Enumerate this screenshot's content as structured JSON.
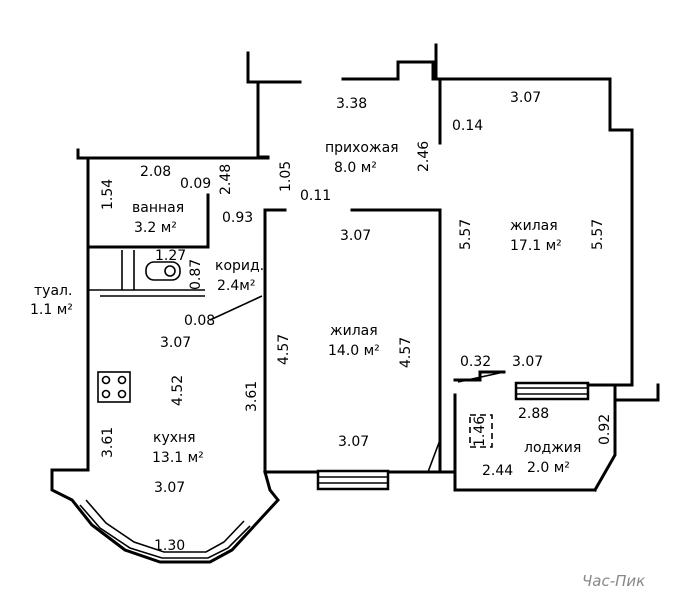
{
  "rooms": {
    "prihozhaya": {
      "name": "прихожая",
      "area": "8.0 м²"
    },
    "zhilaya_big": {
      "name": "жилая",
      "area": "17.1 м²"
    },
    "vannaya": {
      "name": "ванная",
      "area": "3.2 м²"
    },
    "koridor": {
      "name": "корид.",
      "area": "2.4м²"
    },
    "tualet": {
      "name": "туал.",
      "area": "1.1 м²"
    },
    "zhilaya_mid": {
      "name": "жилая",
      "area": "14.0 м²"
    },
    "kuhnya": {
      "name": "кухня",
      "area": "13.1 м²"
    },
    "lodzhiya": {
      "name": "лоджия",
      "area": "2.0 м²"
    }
  },
  "dimensions": {
    "d_3_38": "3.38",
    "d_3_07_top": "3.07",
    "d_0_14": "0.14",
    "d_2_46": "2.46",
    "d_2_08": "2.08",
    "d_0_09": "0.09",
    "d_2_48": "2.48",
    "d_1_05": "1.05",
    "d_0_11": "0.11",
    "d_1_54": "1.54",
    "d_0_93": "0.93",
    "d_3_07_liv": "3.07",
    "d_5_57_a": "5.57",
    "d_5_57_b": "5.57",
    "d_1_27": "1.27",
    "d_0_87": "0.87",
    "d_0_08": "0.08",
    "d_3_07_kit": "3.07",
    "d_4_57_a": "4.57",
    "d_4_57_b": "4.57",
    "d_0_32": "0.32",
    "d_3_07_log": "3.07",
    "d_4_52": "4.52",
    "d_3_61_a": "3.61",
    "d_2_88": "2.88",
    "d_0_92": "0.92",
    "d_1_46": "1.46",
    "d_2_44": "2.44",
    "d_3_61_b": "3.61",
    "d_3_07_bot": "3.07",
    "d_3_07_kit_bot": "3.07",
    "d_1_30": "1.30"
  },
  "watermark": "Час-Пик"
}
